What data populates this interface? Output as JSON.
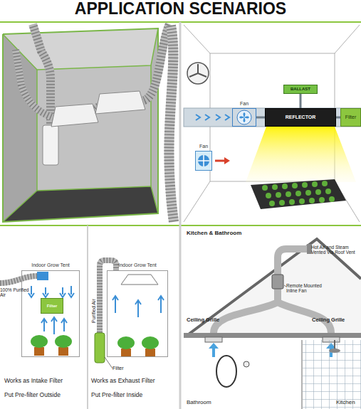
{
  "diagram": {
    "title": "APPLICATION SCENARIOS",
    "nodes": [
      {
        "text": [
          "BALLAST"
        ]
      },
      {
        "text": [
          "Fan"
        ]
      },
      {
        "text": [
          "REFLECTOR"
        ]
      },
      {
        "text": [
          "Filter"
        ]
      },
      {
        "text": [
          "Fan"
        ]
      },
      {
        "text": [
          "Indoor Grow Tent"
        ]
      },
      {
        "text": [
          "Filter"
        ],
        "in": 5
      },
      {
        "text": [
          "Indoor Grow Tent"
        ]
      }
    ],
    "edges": [
      {
        "from": 1,
        "to": 2,
        "arrow": "none"
      },
      {
        "from": 2,
        "to": 3,
        "arrow": "none"
      },
      {
        "from": 0,
        "to": 2,
        "arrow": "none"
      }
    ],
    "labels": [
      "100% Purified Air",
      "Filter",
      "Purified Air",
      "Works as Intake Filter",
      "Put Pre-filter Outside",
      "Works as Exhaust Filter",
      "Put Pre-filter Inside",
      "Kitchen & Bathroom",
      "Hot Air and Steam Vented Via Roof Vent",
      "Remote Mounted Inline Fan",
      "Ceiling Grille",
      "Ceiling Grille",
      "Bathroom",
      "Kitchen"
    ]
  }
}
